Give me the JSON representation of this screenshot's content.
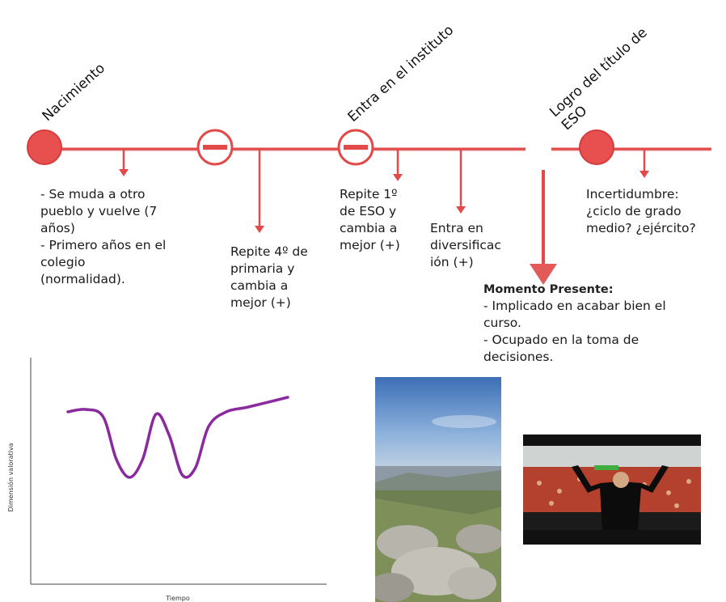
{
  "timeline": {
    "milestones": {
      "birth": "Nacimiento",
      "high_school": "Entra en el instituto",
      "degree": "Logro del título de\nESO"
    },
    "notes": {
      "moves": "- Se muda a otro\npueblo y vuelve (7\naños)\n- Primero años en el\ncolegio\n(normalidad).",
      "repeat_primary": "Repite 4º de\nprimaria y\ncambia a\nmejor (+)",
      "repeat_eso": "Repite 1º\nde ESO y\ncambia a\nmejor (+)",
      "diversification": "Entra en\ndiversificac\nión (+)",
      "uncertainty": "Incertidumbre:\n¿ciclo de grado\nmedio? ¿ejército?"
    },
    "present": {
      "title": "Momento Presente:",
      "body": "- Implicado en acabar bien el\ncurso.\n- Ocupado en la toma de\ndecisiones."
    },
    "colors": {
      "line": "#e24a4a",
      "node": "#e84f4f",
      "curve": "#8b2a9e"
    }
  },
  "chart_data": {
    "type": "line",
    "xlabel": "Tiempo",
    "ylabel": "Dimensión valorativa",
    "series": [
      {
        "x": [
          0,
          0.08,
          0.16,
          0.22,
          0.28,
          0.34,
          0.4,
          0.46,
          0.52,
          0.58,
          0.64,
          0.72,
          0.82,
          1.0
        ],
        "y": [
          0.74,
          0.76,
          0.7,
          0.35,
          0.2,
          0.35,
          0.72,
          0.55,
          0.22,
          0.28,
          0.62,
          0.74,
          0.78,
          0.86
        ]
      }
    ],
    "xlim": [
      0,
      1
    ],
    "ylim": [
      0,
      1
    ],
    "grid": false
  },
  "photos": {
    "landscape": "mountain-landscape-photo",
    "concert": "concert-crowd-photo"
  }
}
